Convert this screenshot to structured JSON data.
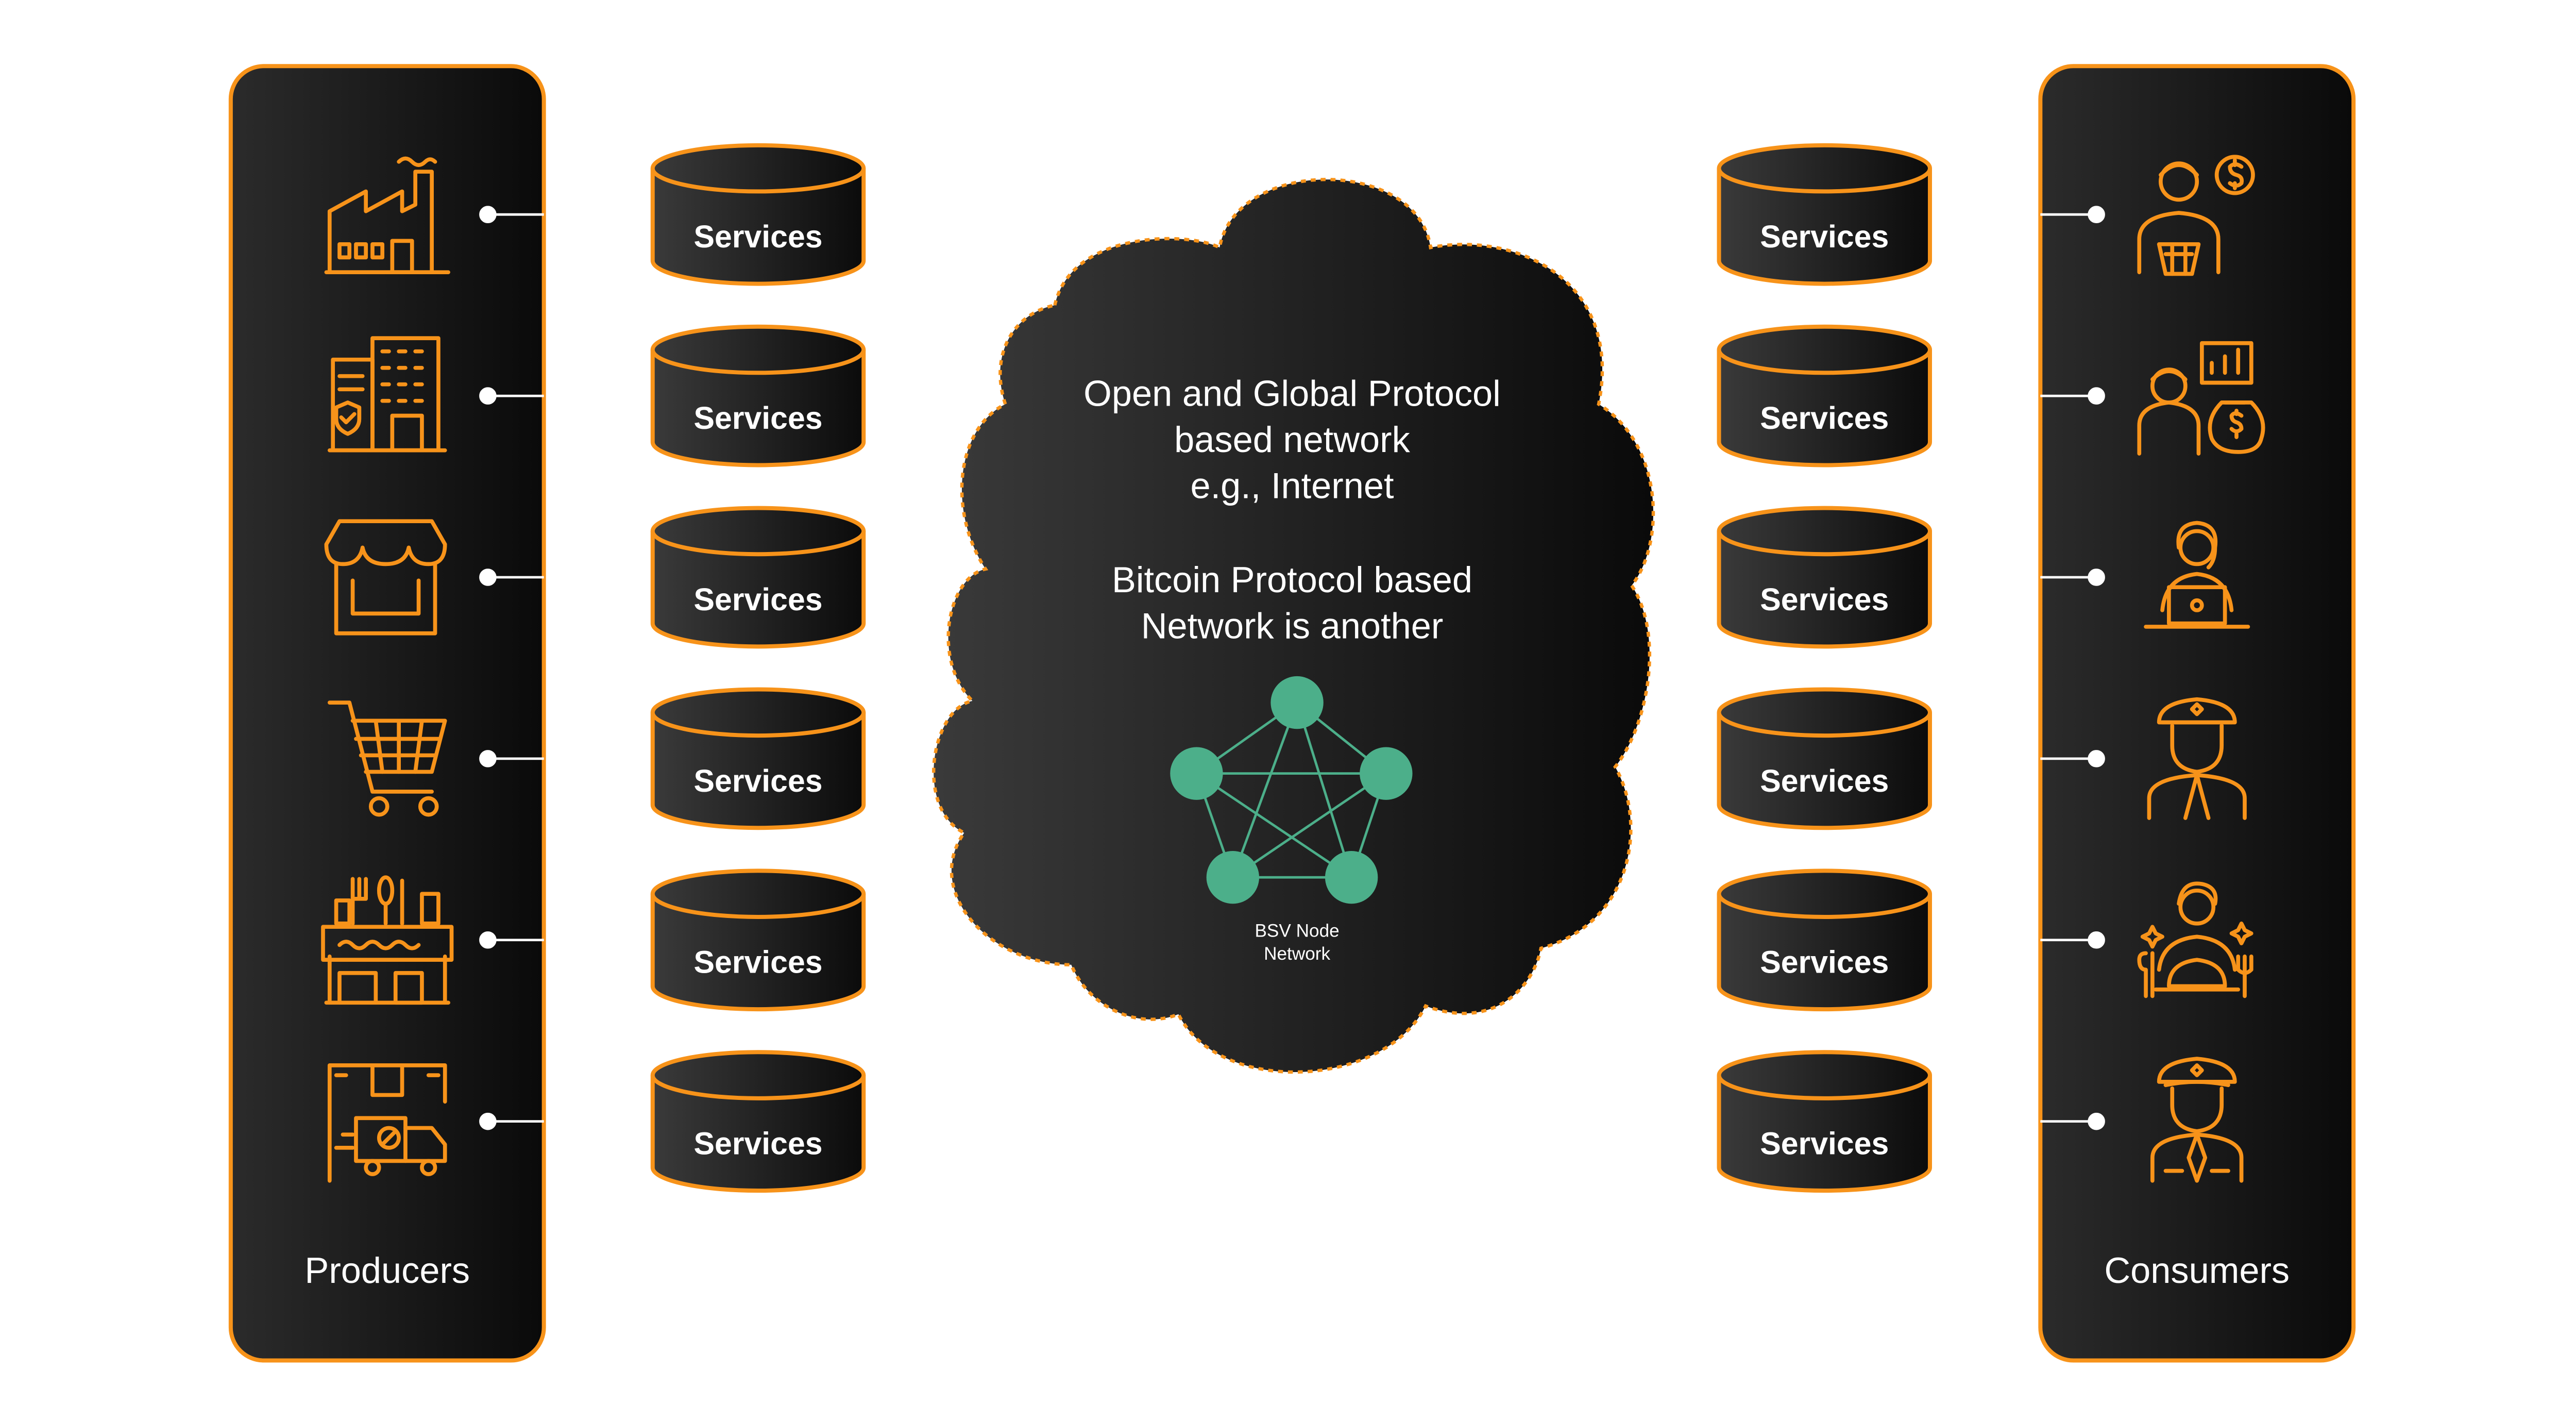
{
  "producers": {
    "label": "Producers",
    "icons": [
      "factory-icon",
      "office-building-icon",
      "storefront-icon",
      "shopping-cart-icon",
      "restaurant-icon",
      "delivery-truck-icon"
    ]
  },
  "consumers": {
    "label": "Consumers",
    "icons": [
      "customer-payment-icon",
      "investor-icon",
      "remote-worker-icon",
      "police-officer-icon",
      "waiter-icon",
      "pilot-icon"
    ]
  },
  "services": {
    "left": [
      "Services",
      "Services",
      "Services",
      "Services",
      "Services",
      "Services"
    ],
    "right": [
      "Services",
      "Services",
      "Services",
      "Services",
      "Services",
      "Services"
    ]
  },
  "cloud": {
    "text_1": [
      "Open and Global Protocol",
      "based network",
      "e.g., Internet"
    ],
    "text_2": [
      "Bitcoin Protocol based",
      "Network is another"
    ],
    "network_label": [
      "BSV Node",
      "Network"
    ]
  },
  "colors": {
    "accent": "#f7931a",
    "panel": "#1a1a1a",
    "node": "#4caf8a"
  }
}
